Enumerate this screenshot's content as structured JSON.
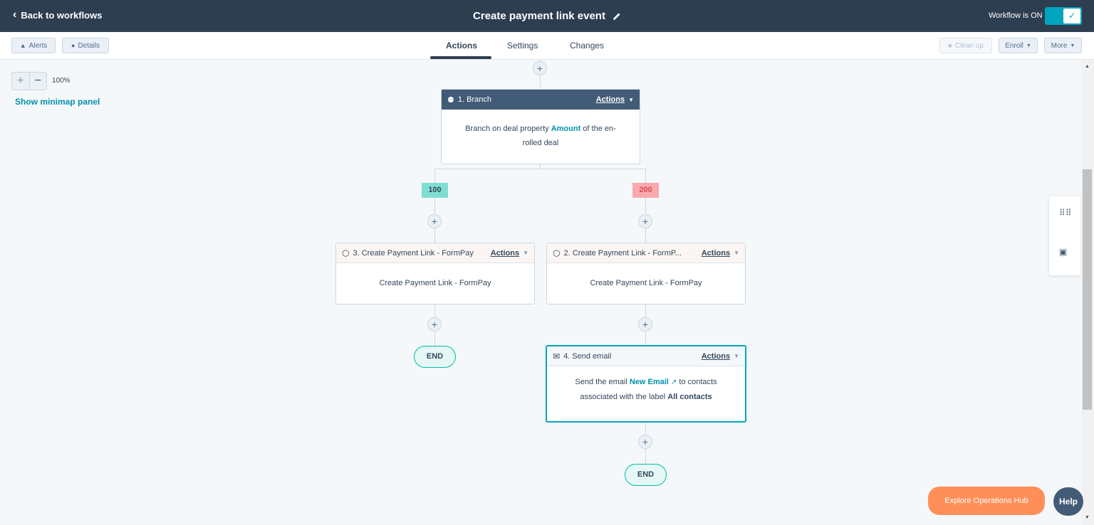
{
  "header": {
    "back_label": "Back to workflows",
    "title": "Create payment link event",
    "status_label": "Workflow is ON"
  },
  "toolbar": {
    "alerts_label": "Alerts",
    "details_label": "Details",
    "cleanup_label": "Clean up",
    "enroll_label": "Enroll",
    "more_label": "More"
  },
  "tabs": [
    {
      "label": "Actions",
      "active": true
    },
    {
      "label": "Settings",
      "active": false
    },
    {
      "label": "Changes",
      "active": false
    }
  ],
  "canvas": {
    "zoom_level": "100%",
    "minimap_label": "Show minimap panel"
  },
  "nodes": {
    "branch": {
      "title": "1. Branch",
      "actions_label": "Actions",
      "body_prefix": "Branch on deal property ",
      "body_link": "Amount",
      "body_suffix": " of the en-rolled deal"
    },
    "branch_labels": [
      {
        "label": "100",
        "color": "#7fded2"
      },
      {
        "label": "200",
        "color": "#f8a9ad"
      }
    ],
    "action3": {
      "title": "3. Create Payment Link - FormPay",
      "actions_label": "Actions",
      "body": "Create Payment Link - FormPay"
    },
    "action2": {
      "title": "2. Create Payment Link - FormP...",
      "actions_label": "Actions",
      "body": "Create Payment Link - FormPay"
    },
    "action4": {
      "title": "4. Send email",
      "actions_label": "Actions",
      "body_prefix": "Send the email ",
      "body_link": "New Email",
      "body_mid": "to contacts associated with the label ",
      "body_bold": "All contacts"
    },
    "end_label": "END"
  },
  "floating": {
    "explore_label": "Explore Operations Hub",
    "help_label": "Help"
  },
  "colors": {
    "header_bg": "#2d3e50",
    "accent": "#00a4bd",
    "link": "#0091ae",
    "orange": "#ff8f59"
  }
}
